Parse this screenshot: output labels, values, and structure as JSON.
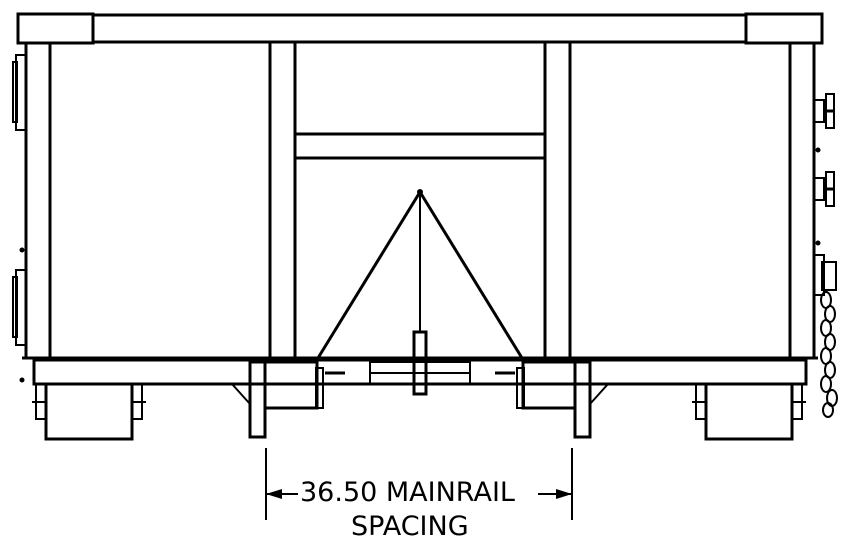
{
  "dimension": {
    "value": "36.50",
    "line1": "36.50 MAINRAIL",
    "line2": "SPACING"
  }
}
